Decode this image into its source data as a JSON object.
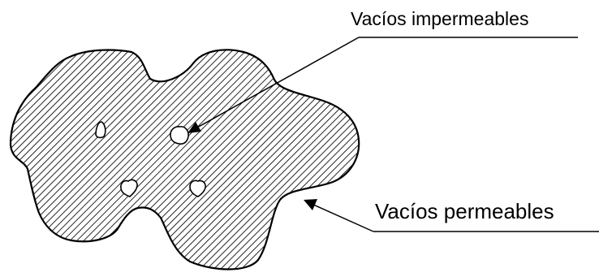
{
  "labels": {
    "impermeable": "Vacíos impermeables",
    "permeable": "Vacíos permeables"
  },
  "colors": {
    "ink": "#000000",
    "paper": "#ffffff"
  },
  "figure": {
    "hatch": "diagonal",
    "impermeable_void_count": 4
  }
}
